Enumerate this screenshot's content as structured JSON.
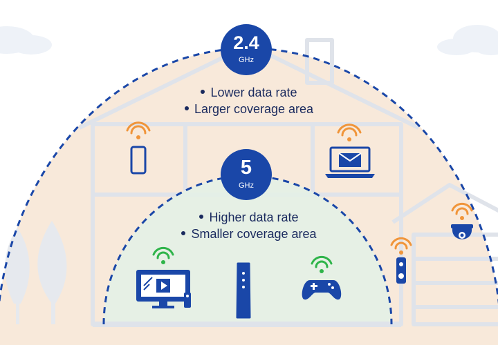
{
  "bands": {
    "outer": {
      "frequency": "2.4",
      "unit": "GHz",
      "features": [
        "Lower data rate",
        "Larger coverage area"
      ]
    },
    "inner": {
      "frequency": "5",
      "unit": "GHz",
      "features": [
        "Higher data rate",
        "Smaller coverage area"
      ]
    }
  },
  "colors": {
    "accent": "#1a47a8",
    "outer_fill": "#f8e9da",
    "inner_fill": "#e4f0e6",
    "wifi_outer": "#f0953a",
    "wifi_inner": "#2fb44a",
    "device": "#1a47a8",
    "house_line": "#dfe3ea"
  },
  "devices": {
    "outer_zone": [
      "smartphone-icon",
      "laptop-icon",
      "doorbell-icon",
      "security-camera-icon"
    ],
    "inner_zone": [
      "smart-tv-icon",
      "router-icon",
      "game-controller-icon"
    ]
  }
}
